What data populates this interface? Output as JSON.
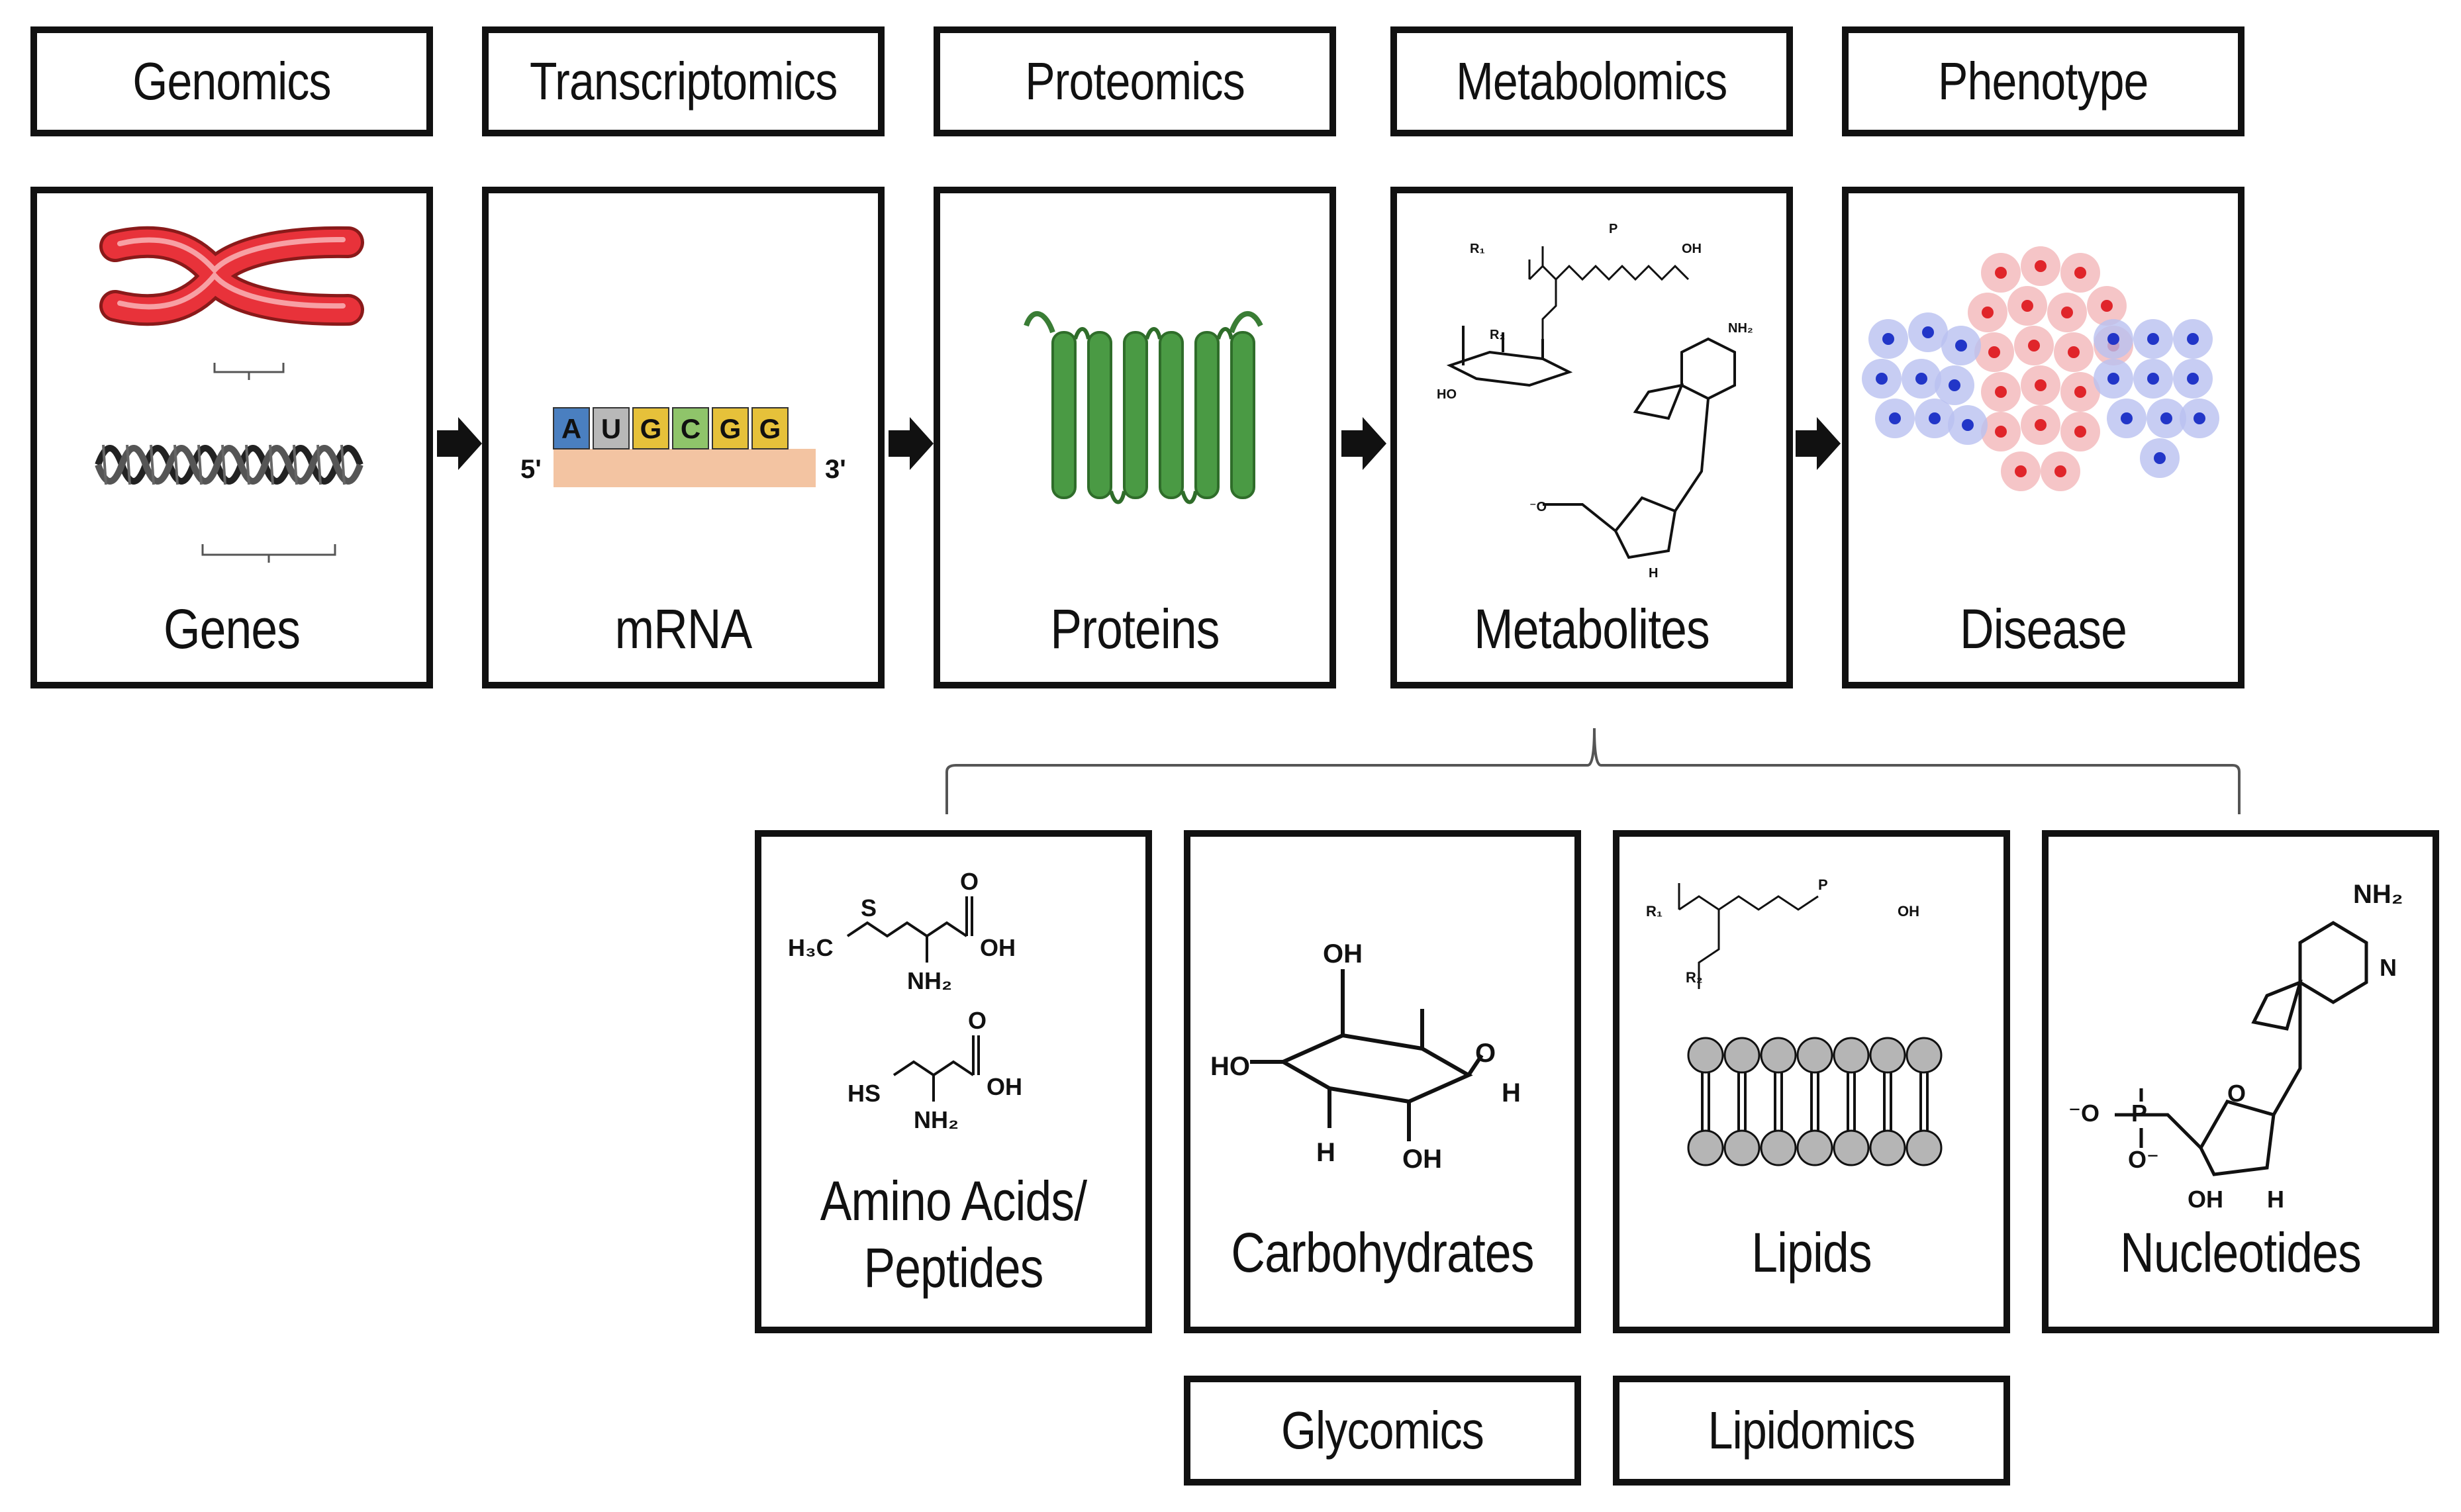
{
  "headers": [
    "Genomics",
    "Transcriptomics",
    "Proteomics",
    "Metabolomics",
    "Phenotype"
  ],
  "panels": [
    "Genes",
    "mRNA",
    "Proteins",
    "Metabolites",
    "Disease"
  ],
  "mrna": {
    "five_prime": "5'",
    "three_prime": "3'",
    "bases": [
      "A",
      "U",
      "G",
      "C",
      "G",
      "G"
    ],
    "base_colors": [
      "#4a7fc0",
      "#b8b8b8",
      "#e6c13a",
      "#8fc46a",
      "#e6c13a",
      "#e6c13a"
    ]
  },
  "subpanels": {
    "amino": {
      "line1": "Amino Acids/",
      "line2": "Peptides"
    },
    "carb": "Carbohydrates",
    "lipids": "Lipids",
    "nucleotides": "Nucleotides"
  },
  "footers": {
    "glycomics": "Glycomics",
    "lipidomics": "Lipidomics"
  },
  "chem": {
    "h3c": "H₃C",
    "s": "S",
    "o": "O",
    "oh": "OH",
    "nh2": "NH₂",
    "hs": "HS",
    "h": "H",
    "ho": "HO",
    "r1": "R₁",
    "r2": "R₂",
    "p": "P",
    "n": "N",
    "o_minus": "⁻O",
    "o_neg": "O⁻"
  },
  "colors": {
    "chromosome": "#e8323a",
    "protein": "#4a9a44",
    "mrna_strand": "#f3c4a2",
    "cell_red": "#e0252a",
    "cell_blue": "#2236c8"
  }
}
